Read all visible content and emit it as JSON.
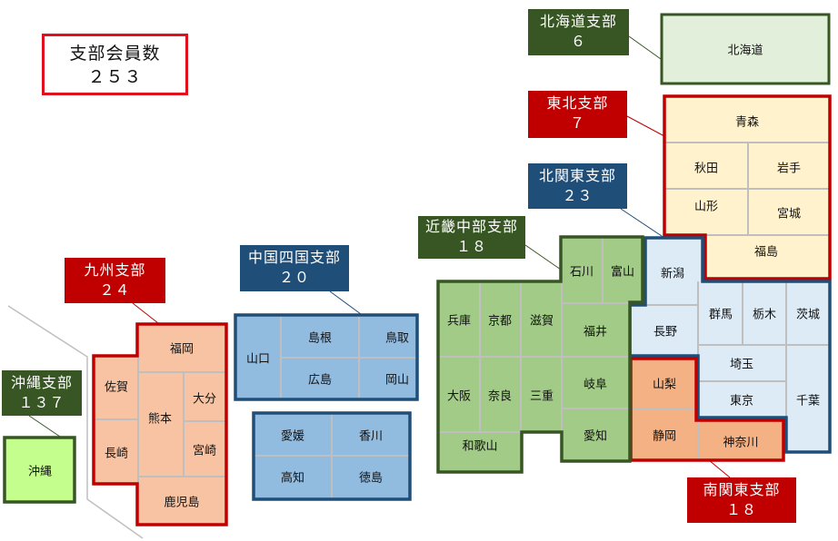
{
  "total": {
    "label": "支部会員数",
    "count": "２５３"
  },
  "branches": {
    "hokkaido": {
      "name": "北海道支部",
      "count": "６",
      "prefectures": [
        "北海道"
      ]
    },
    "tohoku": {
      "name": "東北支部",
      "count": "７",
      "prefectures": [
        "青森",
        "秋田",
        "岩手",
        "山形",
        "宮城",
        "福島"
      ]
    },
    "kitakanto": {
      "name": "北関東支部",
      "count": "２３",
      "prefectures": [
        "新潟",
        "長野",
        "群馬",
        "栃木",
        "茨城",
        "埼玉",
        "東京",
        "千葉"
      ]
    },
    "minamikanto": {
      "name": "南関東支部",
      "count": "１８",
      "prefectures": [
        "山梨",
        "静岡",
        "神奈川"
      ]
    },
    "kinkichubu": {
      "name": "近畿中部支部",
      "count": "１８",
      "prefectures": [
        "石川",
        "富山",
        "兵庫",
        "京都",
        "滋賀",
        "福井",
        "大阪",
        "奈良",
        "三重",
        "岐阜",
        "愛知",
        "和歌山"
      ]
    },
    "chugokushikoku": {
      "name": "中国四国支部",
      "count": "２０",
      "prefectures": [
        "山口",
        "島根",
        "鳥取",
        "広島",
        "岡山",
        "愛媛",
        "香川",
        "高知",
        "徳島"
      ]
    },
    "kyushu": {
      "name": "九州支部",
      "count": "２４",
      "prefectures": [
        "福岡",
        "佐賀",
        "長崎",
        "熊本",
        "大分",
        "宮崎",
        "鹿児島"
      ]
    },
    "okinawa": {
      "name": "沖縄支部",
      "count": "１３７",
      "prefectures": [
        "沖縄"
      ]
    }
  },
  "colors": {
    "red": "#c00000",
    "blue": "#1f4e79",
    "green": "#375623"
  }
}
